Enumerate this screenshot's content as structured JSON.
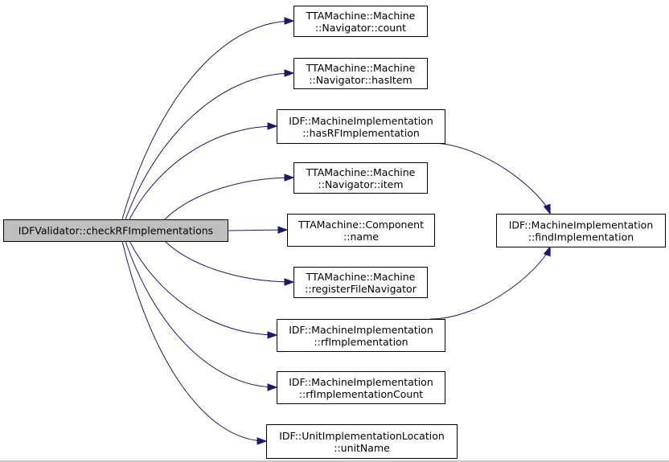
{
  "graph": {
    "root": {
      "label": "IDFValidator::checkRFImplementations",
      "fill": "#bfbfbf"
    },
    "callees": [
      {
        "id": "count",
        "line1": "TTAMachine::Machine",
        "line2": "::Navigator::count"
      },
      {
        "id": "hasItem",
        "line1": "TTAMachine::Machine",
        "line2": "::Navigator::hasItem"
      },
      {
        "id": "hasRFImplementation",
        "line1": "IDF::MachineImplementation",
        "line2": "::hasRFImplementation"
      },
      {
        "id": "item",
        "line1": "TTAMachine::Machine",
        "line2": "::Navigator::item"
      },
      {
        "id": "name",
        "line1": "TTAMachine::Component",
        "line2": "::name"
      },
      {
        "id": "registerFileNavigator",
        "line1": "TTAMachine::Machine",
        "line2": "::registerFileNavigator"
      },
      {
        "id": "rfImplementation",
        "line1": "IDF::MachineImplementation",
        "line2": "::rfImplementation"
      },
      {
        "id": "rfImplementationCount",
        "line1": "IDF::MachineImplementation",
        "line2": "::rfImplementationCount"
      },
      {
        "id": "unitName",
        "line1": "IDF::UnitImplementationLocation",
        "line2": "::unitName"
      }
    ],
    "secondary": {
      "id": "findImplementation",
      "line1": "IDF::MachineImplementation",
      "line2": "::findImplementation"
    },
    "edges": [
      {
        "from": "root",
        "to": "count"
      },
      {
        "from": "root",
        "to": "hasItem"
      },
      {
        "from": "root",
        "to": "hasRFImplementation"
      },
      {
        "from": "root",
        "to": "item"
      },
      {
        "from": "root",
        "to": "name"
      },
      {
        "from": "root",
        "to": "registerFileNavigator"
      },
      {
        "from": "root",
        "to": "rfImplementation"
      },
      {
        "from": "root",
        "to": "rfImplementationCount"
      },
      {
        "from": "root",
        "to": "unitName"
      },
      {
        "from": "hasRFImplementation",
        "to": "findImplementation"
      },
      {
        "from": "rfImplementation",
        "to": "findImplementation"
      }
    ],
    "edge_color": "#191970"
  }
}
